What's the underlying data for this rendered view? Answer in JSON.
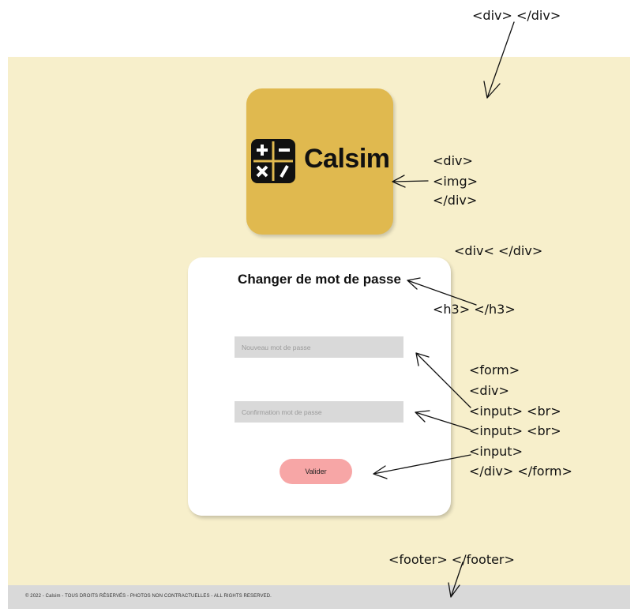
{
  "app": {
    "logo_text": "Calsim",
    "logo_icon": "calculator-icon"
  },
  "form": {
    "title": "Changer de mot de passe",
    "new_password_placeholder": "Nouveau mot de passe",
    "confirm_password_placeholder": "Confirmation mot de passe",
    "submit_label": "Valider"
  },
  "footer": {
    "text": "© 2022 - Calsim - TOUS DROITS RÉSERVÉS - PHOTOS NON CONTRACTUELLES - ALL RIGHTS RESERVED."
  },
  "annotations": {
    "container": "<div> </div>",
    "logo_div_open": "<div>",
    "logo_img": "<img>",
    "logo_div_close": "</div>",
    "card_div": "<div< </div>",
    "title_h3": "<h3> </h3>",
    "form_open": "<form>",
    "form_div": "<div>",
    "input_1": "<input> <br>",
    "input_2": "<input> <br>",
    "input_3": "<input>",
    "form_close": "</div> </form>",
    "footer": "<footer> </footer>"
  },
  "colors": {
    "page_background": "#f7efcb",
    "logo_background": "#e0b94f",
    "card_background": "#ffffff",
    "input_background": "#d9d9d9",
    "button_background": "#f7a6a6",
    "footer_background": "#d9d9d9"
  }
}
